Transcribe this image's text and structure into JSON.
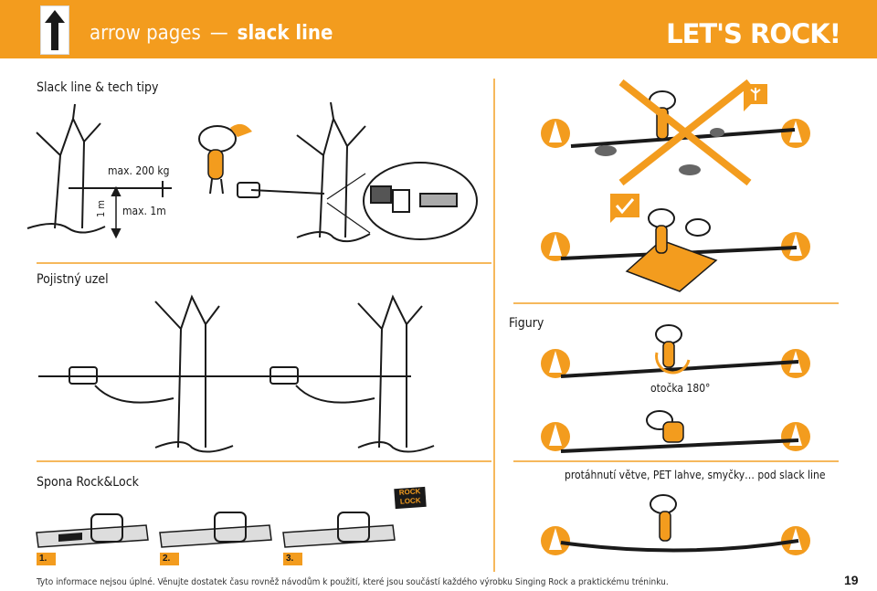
{
  "header": {
    "section": "arrow pages",
    "dash": "—",
    "topic": "slack line",
    "logo": "LET'S ROCK!"
  },
  "sections": {
    "slack_line_tips": "Slack line & tech tipy",
    "safety_knot": "Pojistný uzel",
    "figures": "Figury",
    "buckle": "Spona Rock&Lock"
  },
  "labels": {
    "max_weight": "max. 200 kg",
    "height_side": "1 m",
    "max_height": "max. 1m",
    "turn": "otočka 180°",
    "obstacles": "protáhnutí větve, PET lahve, smyčky… pod slack line",
    "rocklock_logo": "ROCK LOCK"
  },
  "steps": [
    "1.",
    "2.",
    "3."
  ],
  "footer": {
    "note": "Tyto informace nejsou úplné. Věnujte dostatek času rovněž návodům k použití, které jsou součástí každého výrobku Singing Rock a praktickému tréninku.",
    "page_number": "19"
  },
  "icons": [
    "up-arrow-icon",
    "tree-icon",
    "check-icon",
    "cross-icon",
    "person-icon",
    "rotate-icon"
  ],
  "colors": {
    "accent": "#f39c1e",
    "rule": "#f6b85c",
    "ink": "#1a1a1a"
  }
}
